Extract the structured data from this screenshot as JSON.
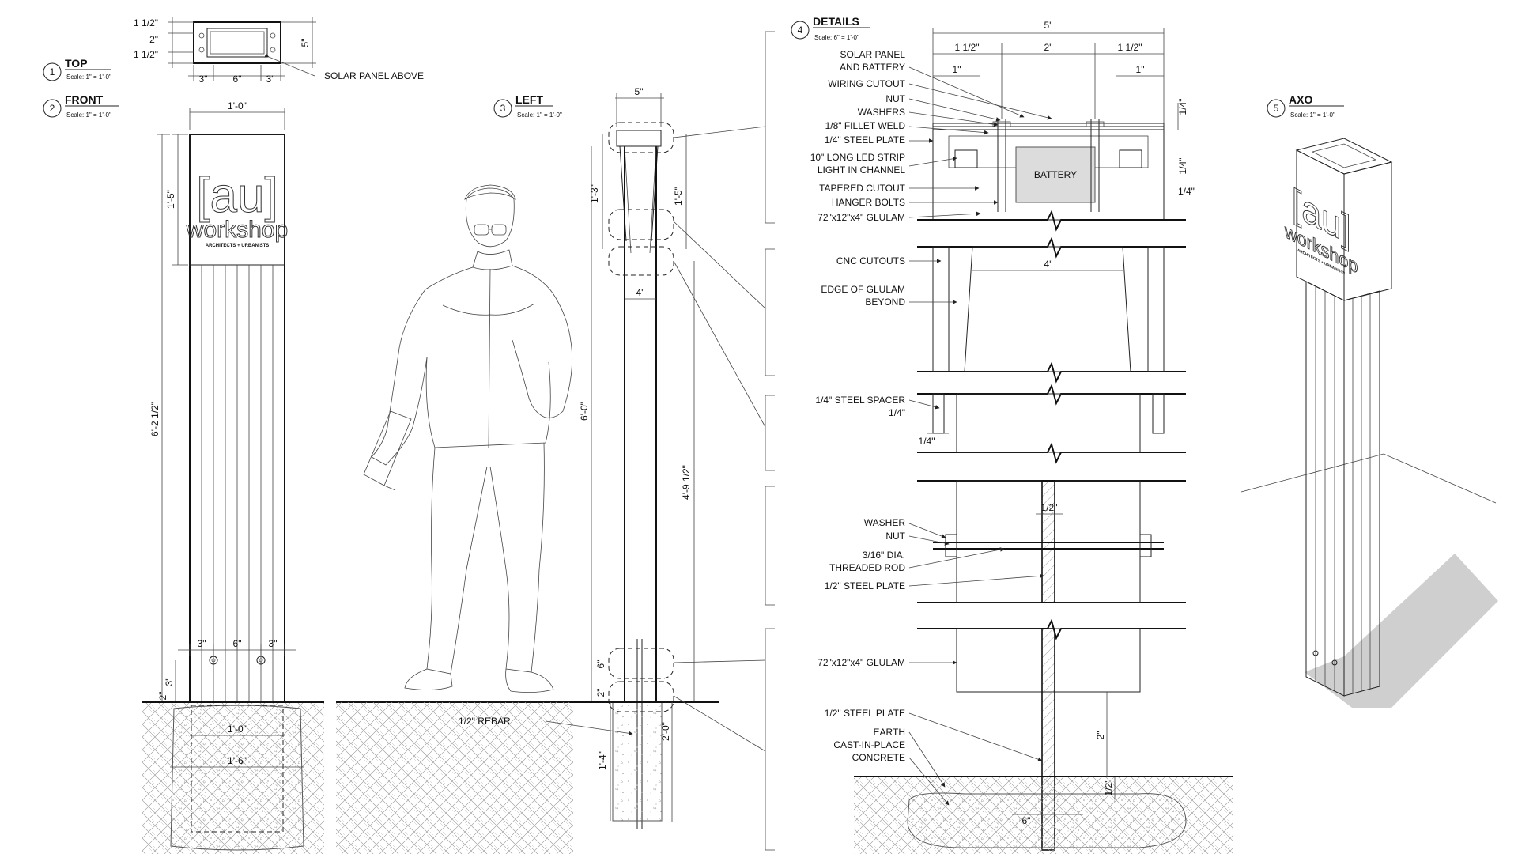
{
  "views": {
    "top": {
      "num": "1",
      "title": "TOP",
      "scale": "Scale:  1\" = 1'-0\""
    },
    "front": {
      "num": "2",
      "title": "FRONT",
      "scale": "Scale:  1\" = 1'-0\""
    },
    "left": {
      "num": "3",
      "title": "LEFT",
      "scale": "Scale:  1\" = 1'-0\""
    },
    "details": {
      "num": "4",
      "title": "DETAILS",
      "scale": "Scale:  6\" = 1'-0\""
    },
    "axo": {
      "num": "5",
      "title": "AXO",
      "scale": "Scale:  1\" = 1'-0\""
    }
  },
  "logo": {
    "brand": "[au]",
    "sub": "workshop",
    "tag": "ARCHITECTS + URBANISTS"
  },
  "top_view": {
    "dim_left_1": "1 1/2\"",
    "dim_left_2": "2\"",
    "dim_left_3": "1 1/2\"",
    "dim_right": "5\"",
    "dim_bottom_1": "3\"",
    "dim_bottom_2": "6\"",
    "dim_bottom_3": "3\"",
    "callout": "SOLAR PANEL ABOVE"
  },
  "front_view": {
    "width": "1'-0\"",
    "sign_height": "1'-5\"",
    "post_height": "6'-2 1/2\"",
    "bolt_1": "3\"",
    "bolt_2": "6\"",
    "bolt_3": "3\"",
    "h_3": "3\"",
    "h_2": "2\"",
    "footing_1": "1'-0\"",
    "footing_2": "1'-6\""
  },
  "left_view": {
    "width_top": "5\"",
    "h_1_3": "1'-3\"",
    "h_1_5": "1'-5\"",
    "width_post": "4\"",
    "h_6_0": "6'-0\"",
    "h_4_9": "4'-9 1/2\"",
    "h_6": "6\"",
    "h_2": "2\"",
    "rebar": "1/2\" REBAR",
    "h_1_4": "1'-4\"",
    "h_2_0": "2'-0\""
  },
  "details_view": {
    "dim_total": "5\"",
    "dim_a": "1 1/2\"",
    "dim_b": "2\"",
    "dim_c": "1 1/2\"",
    "dim_d": "1\"",
    "dim_e": "1\"",
    "dim_r1": "1/4\"",
    "dim_r2": "1/4\"",
    "dim_r3": "1/4\"",
    "battery": "BATTERY",
    "labels": [
      "SOLAR PANEL",
      "AND BATTERY",
      "WIRING CUTOUT",
      "NUT",
      "WASHERS",
      "1/8\" FILLET WELD",
      "1/4\" STEEL PLATE",
      "10\" LONG LED STRIP",
      "LIGHT IN CHANNEL",
      "TAPERED CUTOUT",
      "HANGER BOLTS",
      "72\"x12\"x4\" GLULAM"
    ],
    "sec2_labels": [
      "CNC CUTOUTS",
      "EDGE OF GLULAM",
      "BEYOND"
    ],
    "sec2_dim": "4\"",
    "sec3_labels": [
      "1/4\" STEEL SPACER",
      "1/4\""
    ],
    "sec3_dim": "1/4\"",
    "sec4_labels": [
      "WASHER",
      "NUT",
      "3/16\" DIA.",
      "THREADED ROD",
      "1/2\" STEEL PLATE"
    ],
    "sec4_dim": "1/2\"",
    "sec5_labels": [
      "72\"x12\"x4\" GLULAM",
      "1/2\" STEEL PLATE",
      "EARTH",
      "CAST-IN-PLACE",
      "CONCRETE"
    ],
    "sec5_dim_a": "2\"",
    "sec5_dim_b": "1/2\"",
    "sec5_dim_c": "6\""
  }
}
